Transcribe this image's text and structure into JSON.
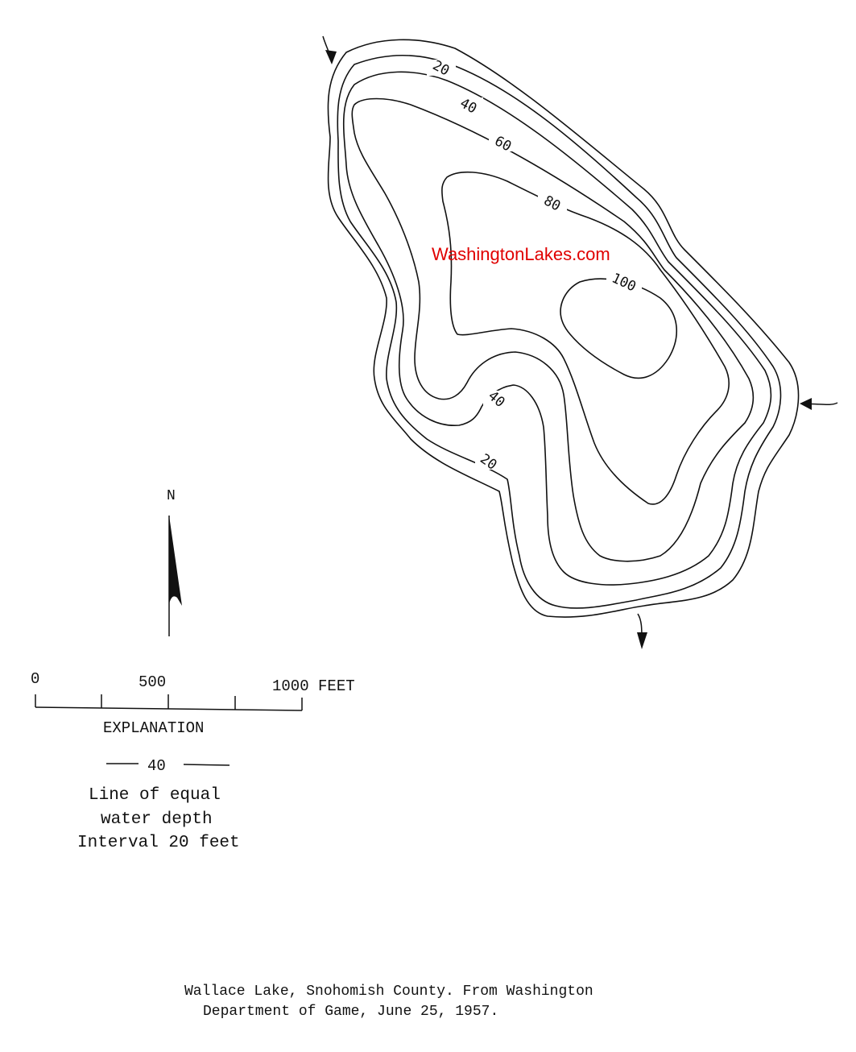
{
  "watermark": "WashingtonLakes.com",
  "contours": {
    "label_20_top": "20",
    "label_40_top": "40",
    "label_60": "60",
    "label_80": "80",
    "label_100": "100",
    "label_40_bottom": "40",
    "label_20_bottom": "20"
  },
  "north_arrow": {
    "label": "N"
  },
  "scale_bar": {
    "tick_0": "0",
    "tick_500": "500",
    "tick_1000": "1000 FEET"
  },
  "explanation": {
    "title": "EXPLANATION",
    "sample_value": "40",
    "line1": "Line of equal",
    "line2": "water depth",
    "line3": "Interval 20 feet"
  },
  "caption": {
    "line1": "Wallace Lake, Snohomish County.  From Washington",
    "line2": "Department of Game, June 25, 1957."
  },
  "colors": {
    "ink": "#111111",
    "watermark": "#e00000"
  }
}
